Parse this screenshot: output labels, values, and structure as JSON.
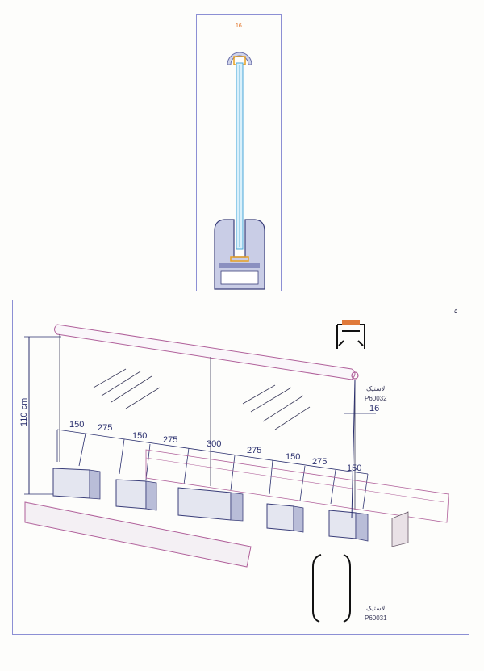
{
  "top_detail": {
    "glass_width": "16"
  },
  "main_detail": {
    "page_mark": "۵",
    "height_label": "110 cm",
    "dimensions": [
      "150",
      "275",
      "150",
      "275",
      "300",
      "275",
      "150",
      "275",
      "150"
    ],
    "side_dimension": "16",
    "gasket_top": {
      "name": "لاستیک",
      "code": "P60032"
    },
    "gasket_bottom": {
      "name": "لاستیک",
      "code": "P60031"
    }
  },
  "colors": {
    "frame": "#8c8fd4",
    "ink": "#2a2f6e",
    "rail": "#b0609a",
    "glass_edge": "#4aa8d8",
    "accent": "#e06a1a"
  }
}
